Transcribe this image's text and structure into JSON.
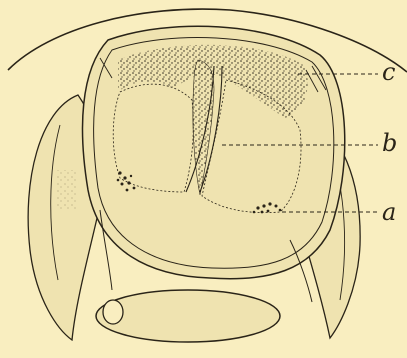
{
  "figure": {
    "labels": {
      "a": "a",
      "b": "b",
      "c": "c"
    },
    "colors": {
      "background": "#f9eec0",
      "ink": "#2a2418",
      "tissue_fill": "#efe3b0"
    }
  }
}
